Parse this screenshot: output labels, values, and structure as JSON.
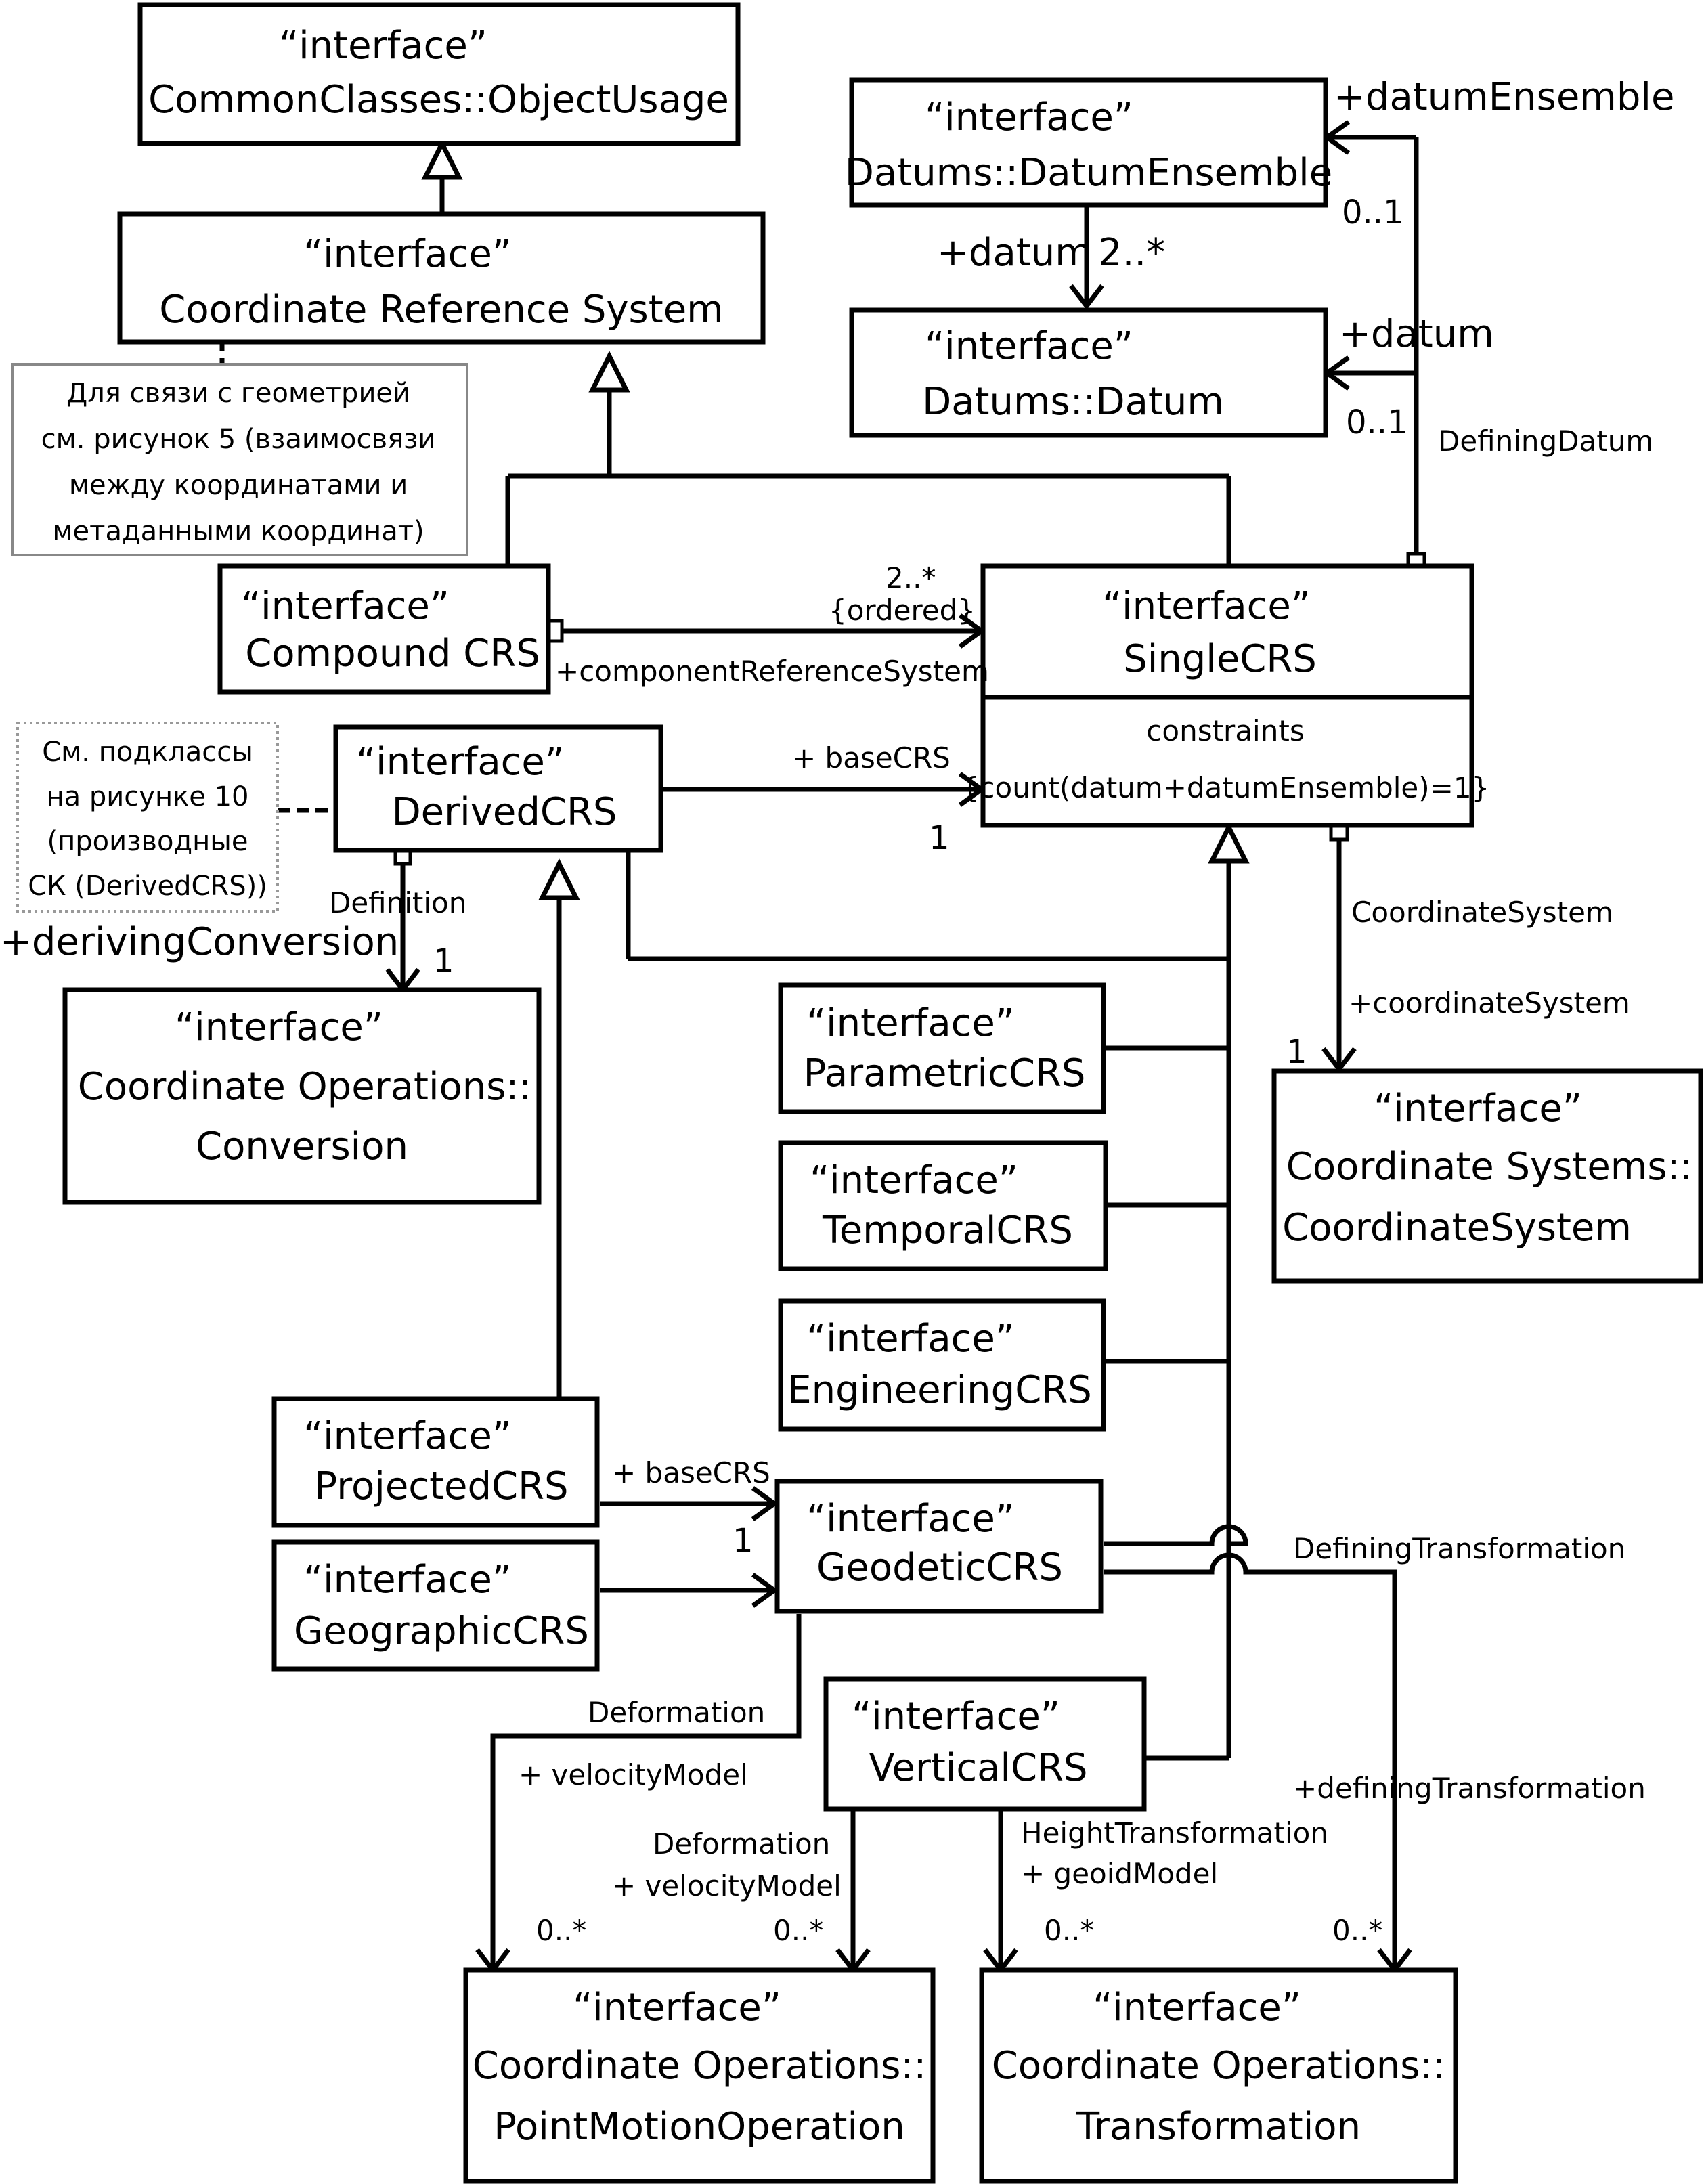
{
  "classes": {
    "object_usage": {
      "stereotype": "“interface”",
      "name": "CommonClasses::ObjectUsage"
    },
    "crs": {
      "stereotype": "“interface”",
      "name": "Coordinate Reference System"
    },
    "datum_ensemble": {
      "stereotype": "“interface”",
      "name": "Datums::DatumEnsemble"
    },
    "datum": {
      "stereotype": "“interface”",
      "name": "Datums::Datum"
    },
    "compound_crs": {
      "stereotype": "“interface”",
      "name": "Compound CRS"
    },
    "single_crs": {
      "stereotype": "“interface”",
      "name": "SingleCRS",
      "constraints_title": "constraints",
      "constraint": "{count(datum+datumEnsemble)=1}"
    },
    "derived_crs": {
      "stereotype": "“interface”",
      "name": "DerivedCRS"
    },
    "conversion": {
      "stereotype": "“interface”",
      "name_line1": "Coordinate Operations::",
      "name_line2": "Conversion"
    },
    "parametric_crs": {
      "stereotype": "“interface”",
      "name": "ParametricCRS"
    },
    "temporal_crs": {
      "stereotype": "“interface”",
      "name": "TemporalCRS"
    },
    "engineering_crs": {
      "stereotype": "“interface”",
      "name": "EngineeringCRS"
    },
    "coordinate_system": {
      "stereotype": "“interface”",
      "name_line1": "Coordinate Systems::",
      "name_line2": "CoordinateSystem"
    },
    "projected_crs": {
      "stereotype": "“interface”",
      "name": "ProjectedCRS"
    },
    "geographic_crs": {
      "stereotype": "“interface”",
      "name": "GeographicCRS"
    },
    "geodetic_crs": {
      "stereotype": "“interface”",
      "name": "GeodeticCRS"
    },
    "vertical_crs": {
      "stereotype": "“interface”",
      "name": "VerticalCRS"
    },
    "point_motion": {
      "stereotype": "“interface”",
      "name_line1": "Coordinate Operations::",
      "name_line2": "PointMotionOperation"
    },
    "transformation": {
      "stereotype": "“interface”",
      "name_line1": "Coordinate Operations::",
      "name_line2": "Transformation"
    }
  },
  "notes": {
    "geometry": [
      "Для связи с геометрией",
      "см. рисунок 5 (взаимосвязи",
      "между координатами и",
      "метаданными координат)"
    ],
    "subclasses": [
      "См. подклассы",
      "на рисунке 10",
      "(производные",
      "СК (DerivedCRS))"
    ]
  },
  "labels": {
    "datum_ensemble_role": "+datumEnsemble",
    "datum_ensemble_mult": "0..1",
    "datum_role": "+datum",
    "datum_mult_ensemble": "2..*",
    "datum_role_single": "+datum",
    "datum_mult_single": "0..1",
    "defining_datum": "DefiningDatum",
    "component_mult": "2..*",
    "component_ordered": "{ordered}",
    "component_role": "+componentReferenceSystem",
    "base_crs_role": "+ baseCRS",
    "base_crs_mult": "1",
    "definition": "Definition",
    "deriving_conversion_role": "+derivingConversion",
    "deriving_conversion_mult": "1",
    "coordinate_system_assoc": "CoordinateSystem",
    "coordinate_system_role": "+coordinateSystem",
    "coordinate_system_mult": "1",
    "projected_base_crs_role": "+ baseCRS",
    "projected_base_crs_mult": "1",
    "defining_transformation": "DefiningTransformation",
    "deformation_geodetic": "Deformation",
    "velocity_geodetic": "+ velocityModel",
    "deformation_vertical": "Deformation",
    "velocity_vertical": "+ velocityModel",
    "height_transformation": "HeightTransformation",
    "geoid_model": "+ geoidModel",
    "defining_transformation_role": "+definingTransformation",
    "mult_pm_left": "0..*",
    "mult_pm_right": "0..*",
    "mult_tr_left": "0..*",
    "mult_tr_right": "0..*"
  }
}
